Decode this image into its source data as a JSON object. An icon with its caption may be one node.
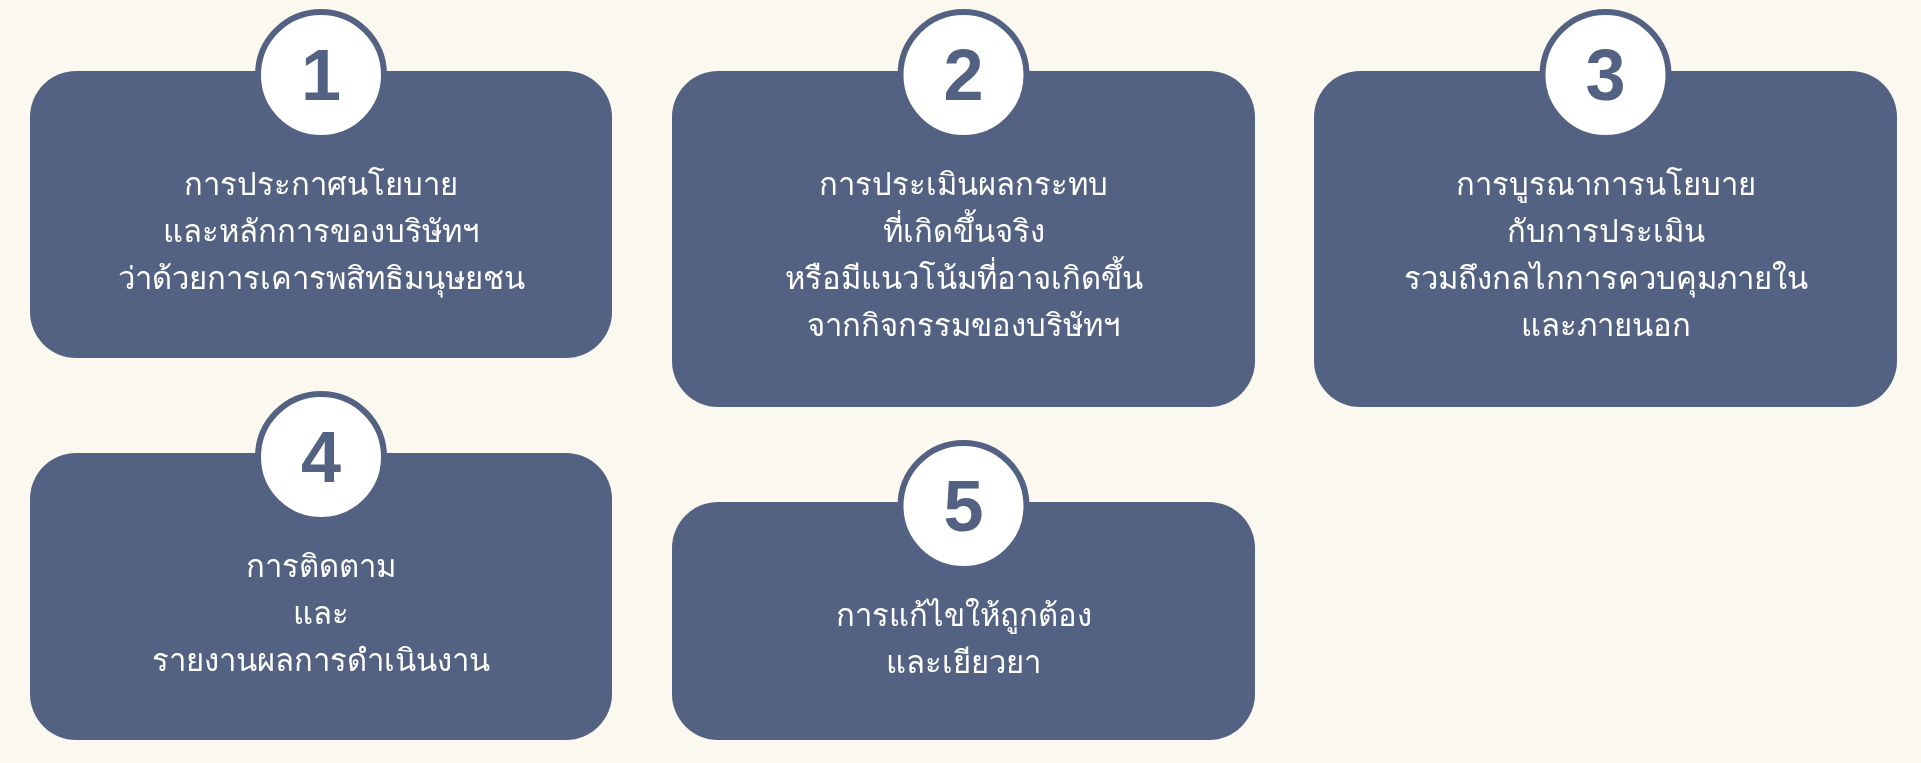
{
  "diagram": {
    "nodes": [
      {
        "text": [
          "1",
          "การประกาศนโยบาย และหลักการของบริษัทฯ ว่าด้วยการเคารพสิทธิมนุษยชน"
        ]
      },
      {
        "text": [
          "2",
          "การประเมินผลกระทบ ที่เกิดขึ้นจริง หรือมีแนวโน้มที่อาจเกิดขึ้น จากกิจกรรมของบริษัทฯ"
        ]
      },
      {
        "text": [
          "3",
          "การบูรณาการนโยบาย กับการประเมิน รวมถึงกลไกการควบคุมภายใน และภายนอก"
        ]
      },
      {
        "text": [
          "4",
          "การติดตาม และ รายงานผลการดำเนินงาน"
        ]
      },
      {
        "text": [
          "5",
          "การแก้ไขให้ถูกต้อง และเยียวยา"
        ]
      }
    ],
    "edges": []
  }
}
